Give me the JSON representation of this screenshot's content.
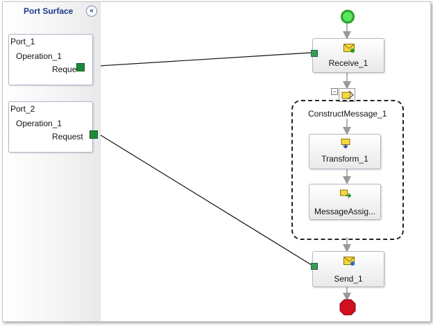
{
  "port_surface": {
    "title": "Port Surface",
    "collapse_glyph": "«"
  },
  "ports": [
    {
      "name": "Port_1",
      "operation": "Operation_1",
      "message": "Reque"
    },
    {
      "name": "Port_2",
      "operation": "Operation_1",
      "message": "Request"
    }
  ],
  "shapes": {
    "receive": "Receive_1",
    "scope": "ConstructMessage_1",
    "scope_toggle": "−",
    "transform": "Transform_1",
    "assign": "MessageAssig...",
    "send": "Send_1"
  },
  "icons": {
    "start": "start-icon",
    "end": "end-icon",
    "receive": "receive-envelope-icon",
    "scope": "construct-message-icon",
    "transform": "transform-icon",
    "assign": "message-assignment-icon",
    "send": "send-envelope-icon"
  },
  "colors": {
    "start": "#1ec81e",
    "end": "#e01020",
    "port_connector": "#1d8a3a",
    "title": "#1a3a8a"
  }
}
